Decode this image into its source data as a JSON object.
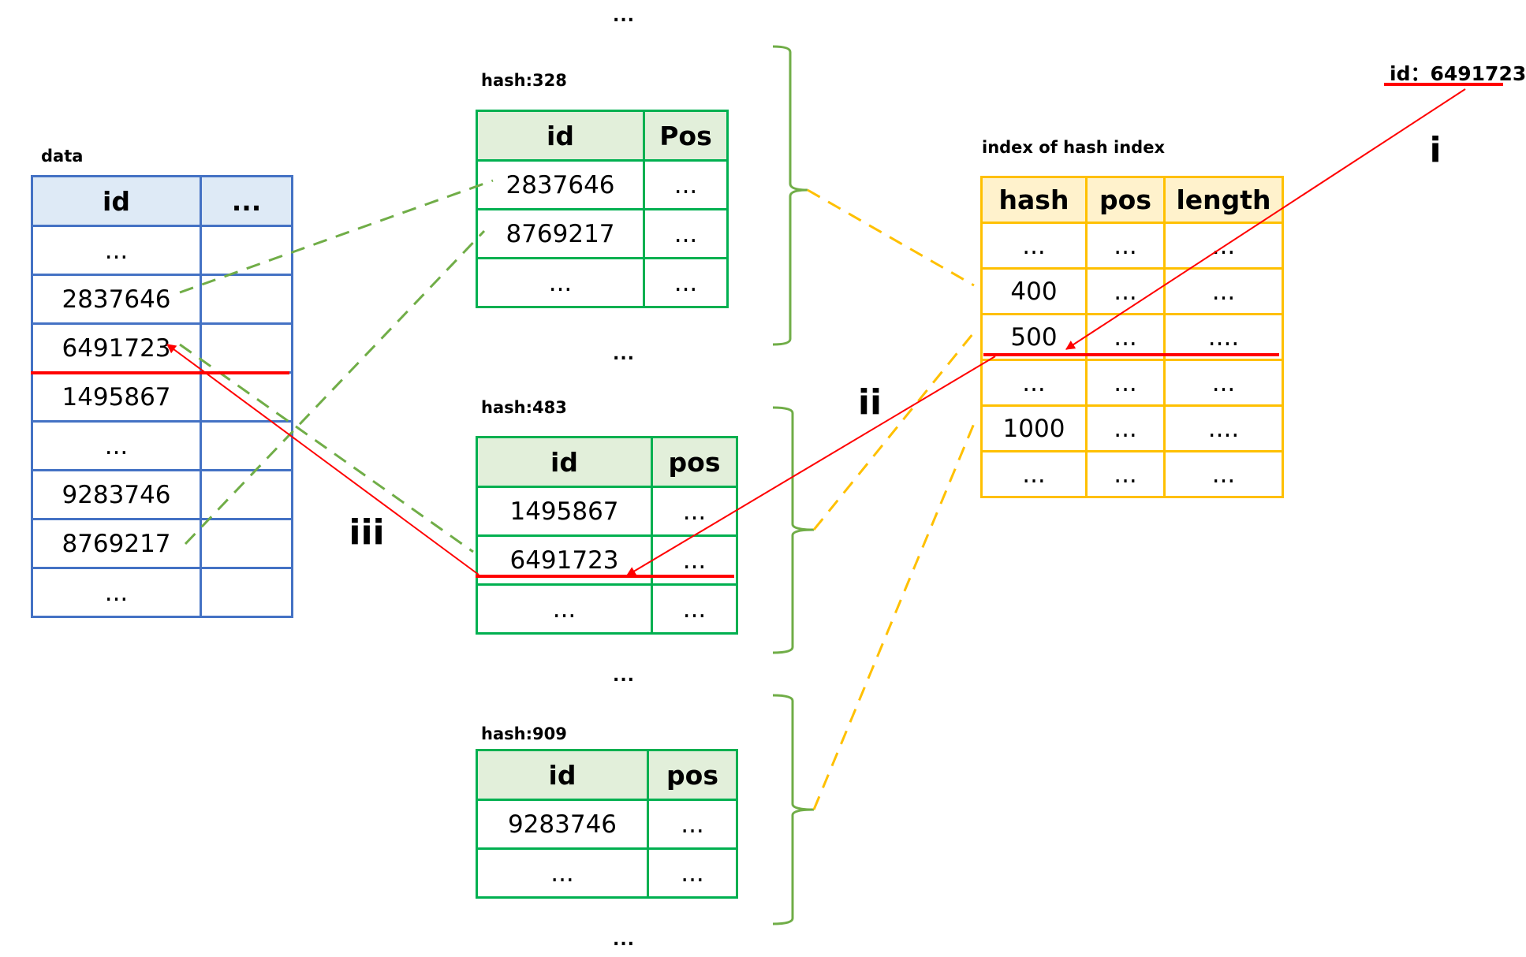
{
  "colors": {
    "data_table": "#4472C4",
    "hash_table": "#00B050",
    "index_table": "#FFC000",
    "lookup_path": "#FF0000",
    "brace": "#70AD47",
    "mapping_dash_green": "#70AD47",
    "mapping_dash_yellow": "#FFC000"
  },
  "query": {
    "label": "id：6491723"
  },
  "steps": {
    "i": "i",
    "ii": "ii",
    "iii": "iii"
  },
  "ellipsis": "...",
  "data_table": {
    "title": "data",
    "headers": [
      "id",
      "..."
    ],
    "rows": [
      [
        "...",
        ""
      ],
      [
        "2837646",
        ""
      ],
      [
        "6491723",
        ""
      ],
      [
        "1495867",
        ""
      ],
      [
        "...",
        ""
      ],
      [
        "9283746",
        ""
      ],
      [
        "8769217",
        ""
      ],
      [
        "...",
        ""
      ]
    ],
    "highlighted_row": 2
  },
  "hash_tables": [
    {
      "title": "hash:328",
      "headers": [
        "id",
        "Pos"
      ],
      "rows": [
        [
          "2837646",
          "..."
        ],
        [
          "8769217",
          "..."
        ],
        [
          "...",
          "..."
        ]
      ]
    },
    {
      "title": "hash:483",
      "headers": [
        "id",
        "pos"
      ],
      "rows": [
        [
          "1495867",
          "..."
        ],
        [
          "6491723",
          "..."
        ],
        [
          "...",
          "..."
        ]
      ],
      "highlighted_row": 1
    },
    {
      "title": "hash:909",
      "headers": [
        "id",
        "pos"
      ],
      "rows": [
        [
          "9283746",
          "..."
        ],
        [
          "...",
          "..."
        ]
      ]
    }
  ],
  "index_table": {
    "title": "index of hash index",
    "headers": [
      "hash",
      "pos",
      "length"
    ],
    "rows": [
      [
        "...",
        "...",
        "..."
      ],
      [
        "400",
        "...",
        "..."
      ],
      [
        "500",
        "...",
        "...."
      ],
      [
        "...",
        "...",
        "..."
      ],
      [
        "1000",
        "...",
        "...."
      ],
      [
        "...",
        "...",
        "..."
      ]
    ],
    "highlighted_row": 2
  }
}
